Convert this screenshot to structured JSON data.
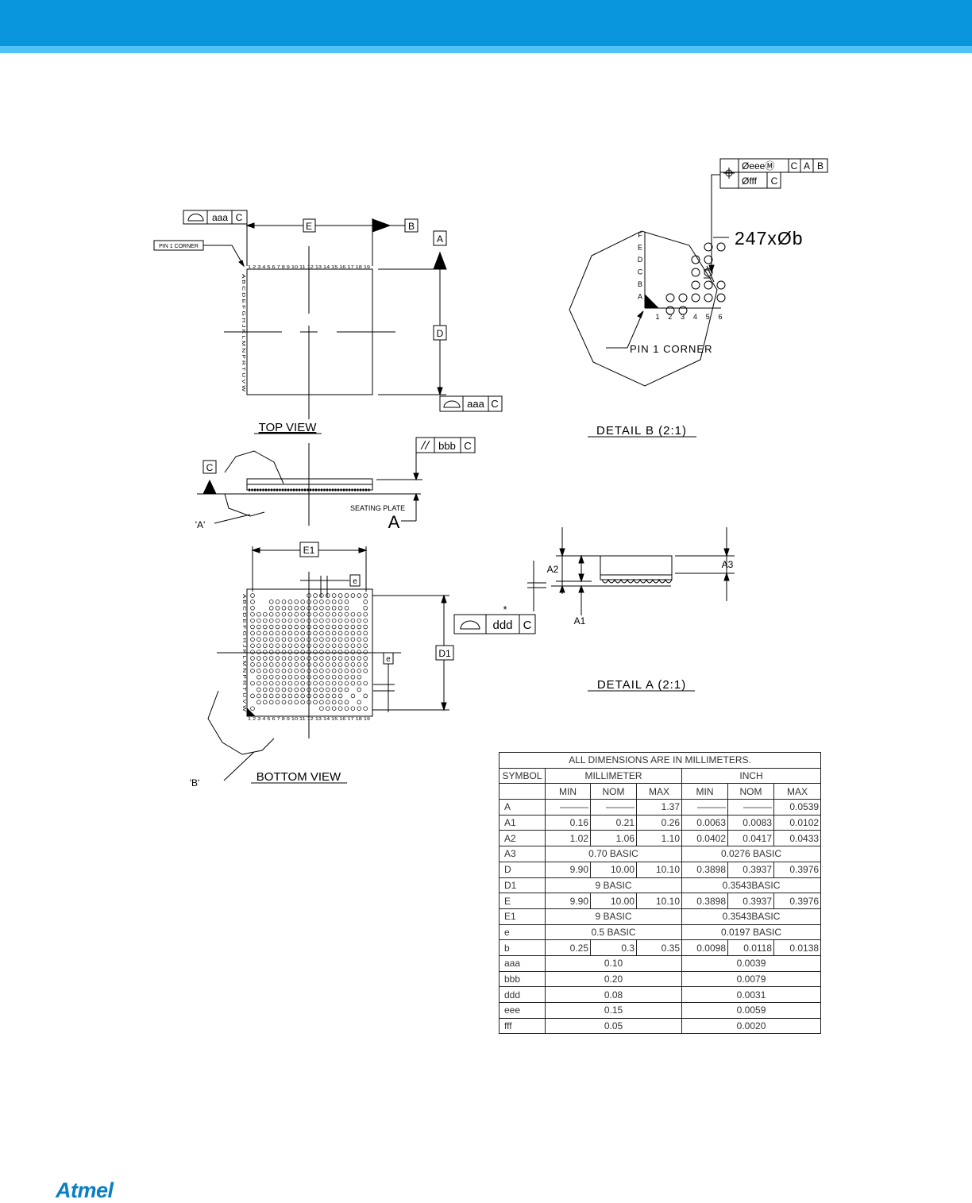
{
  "brand": {
    "logo_text": "Atmel",
    "header_color": "#0a96dc",
    "stripe_color": "#4fc3f7"
  },
  "top_view": {
    "title": "TOP VIEW",
    "pin1_label": "PIN 1 CORNER",
    "dim_e": "E",
    "dim_d": "D",
    "datum_a": "A",
    "datum_b": "B",
    "datum_c": "C",
    "tol_aaa": "aaa",
    "col_numbers": "1 2 3 4 5 6 7 8 9 10 11 12 13 14 15 16 17 18 19",
    "row_letters": "A B C D E F G H J K L M N P R T U V W"
  },
  "side_view": {
    "tol_bbb": "bbb",
    "seating_plate_label": "SEATING PLATE",
    "detail_a_ref": "'A'",
    "datum_a_large": "A"
  },
  "bottom_view": {
    "title": "BOTTOM VIEW",
    "dim_e1": "E1",
    "dim_d1": "D1",
    "pitch": "e",
    "detail_b_ref": "'B'"
  },
  "detail_b": {
    "title": "DETAIL B (2:1)",
    "ball_count_label": "247xØb",
    "pin1_label": "PIN 1 CORNER",
    "fcf_row1": "ØeeeⓂ",
    "fcf_row2": "Øfff",
    "rows": [
      "F",
      "E",
      "D",
      "C",
      "B",
      "A"
    ],
    "cols": [
      "1",
      "2",
      "3",
      "4",
      "5",
      "6"
    ]
  },
  "detail_a": {
    "title": "DETAIL A (2:1)",
    "dim_a1": "A1",
    "dim_a2": "A2",
    "dim_a3": "A3",
    "tol_ddd": "ddd",
    "asterisk": "*"
  },
  "table": {
    "caption": "ALL DIMENSIONS ARE IN MILLIMETERS.",
    "symbol_header": "SYMBOL",
    "mm_header": "MILLIMETER",
    "inch_header": "INCH",
    "min": "MIN",
    "nom": "NOM",
    "max": "MAX",
    "rows": [
      {
        "symbol": "A",
        "mm": [
          "———",
          "———",
          "1.37"
        ],
        "inch": [
          "———",
          "———",
          "0.0539"
        ]
      },
      {
        "symbol": "A1",
        "mm": [
          "0.16",
          "0.21",
          "0.26"
        ],
        "inch": [
          "0.0063",
          "0.0083",
          "0.0102"
        ]
      },
      {
        "symbol": "A2",
        "mm": [
          "1.02",
          "1.06",
          "1.10"
        ],
        "inch": [
          "0.0402",
          "0.0417",
          "0.0433"
        ]
      },
      {
        "symbol": "A3",
        "mm_span": "0.70  BASIC",
        "inch_span": "0.0276  BASIC"
      },
      {
        "symbol": "D",
        "mm": [
          "9.90",
          "10.00",
          "10.10"
        ],
        "inch": [
          "0.3898",
          "0.3937",
          "0.3976"
        ]
      },
      {
        "symbol": "D1",
        "mm_span": "9  BASIC",
        "inch_span": "0.3543BASIC"
      },
      {
        "symbol": "E",
        "mm": [
          "9.90",
          "10.00",
          "10.10"
        ],
        "inch": [
          "0.3898",
          "0.3937",
          "0.3976"
        ]
      },
      {
        "symbol": "E1",
        "mm_span": "9  BASIC",
        "inch_span": "0.3543BASIC"
      },
      {
        "symbol": "e",
        "mm_span": "0.5  BASIC",
        "inch_span": "0.0197  BASIC"
      },
      {
        "symbol": "b",
        "mm": [
          "0.25",
          "0.3",
          "0.35"
        ],
        "inch": [
          "0.0098",
          "0.0118",
          "0.0138"
        ]
      },
      {
        "symbol": "aaa",
        "mm_span": "0.10",
        "inch_span": "0.0039"
      },
      {
        "symbol": "bbb",
        "mm_span": "0.20",
        "inch_span": "0.0079"
      },
      {
        "symbol": "ddd",
        "mm_span": "0.08",
        "inch_span": "0.0031"
      },
      {
        "symbol": "eee",
        "mm_span": "0.15",
        "inch_span": "0.0059"
      },
      {
        "symbol": "fff",
        "mm_span": "0.05",
        "inch_span": "0.0020"
      }
    ]
  }
}
